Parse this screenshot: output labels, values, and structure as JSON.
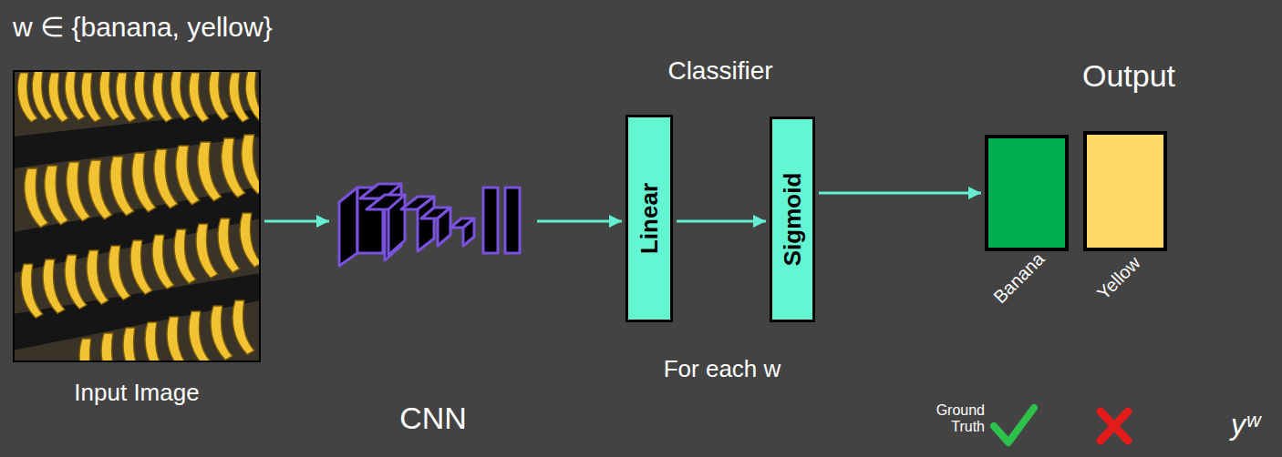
{
  "diagram": {
    "nodes": [
      {
        "text": [
          "Input Image"
        ]
      },
      {
        "text": [
          "CNN"
        ]
      },
      {
        "text": [
          "Linear"
        ]
      },
      {
        "text": [
          "Sigmoid"
        ]
      },
      {
        "text": [
          "Banana"
        ]
      },
      {
        "text": [
          "Yellow"
        ]
      }
    ],
    "edges": [
      {
        "from": 0,
        "to": 1,
        "arrow": "to"
      },
      {
        "from": 1,
        "to": 2,
        "arrow": "to"
      },
      {
        "from": 2,
        "to": 3,
        "arrow": "to"
      },
      {
        "from": 3,
        "to": 4,
        "arrow": "to"
      }
    ],
    "labels": [
      "w ∈ {banana, yellow}",
      "Classifier",
      "For each w",
      "Output",
      "Ground Truth",
      "yʷ"
    ]
  }
}
